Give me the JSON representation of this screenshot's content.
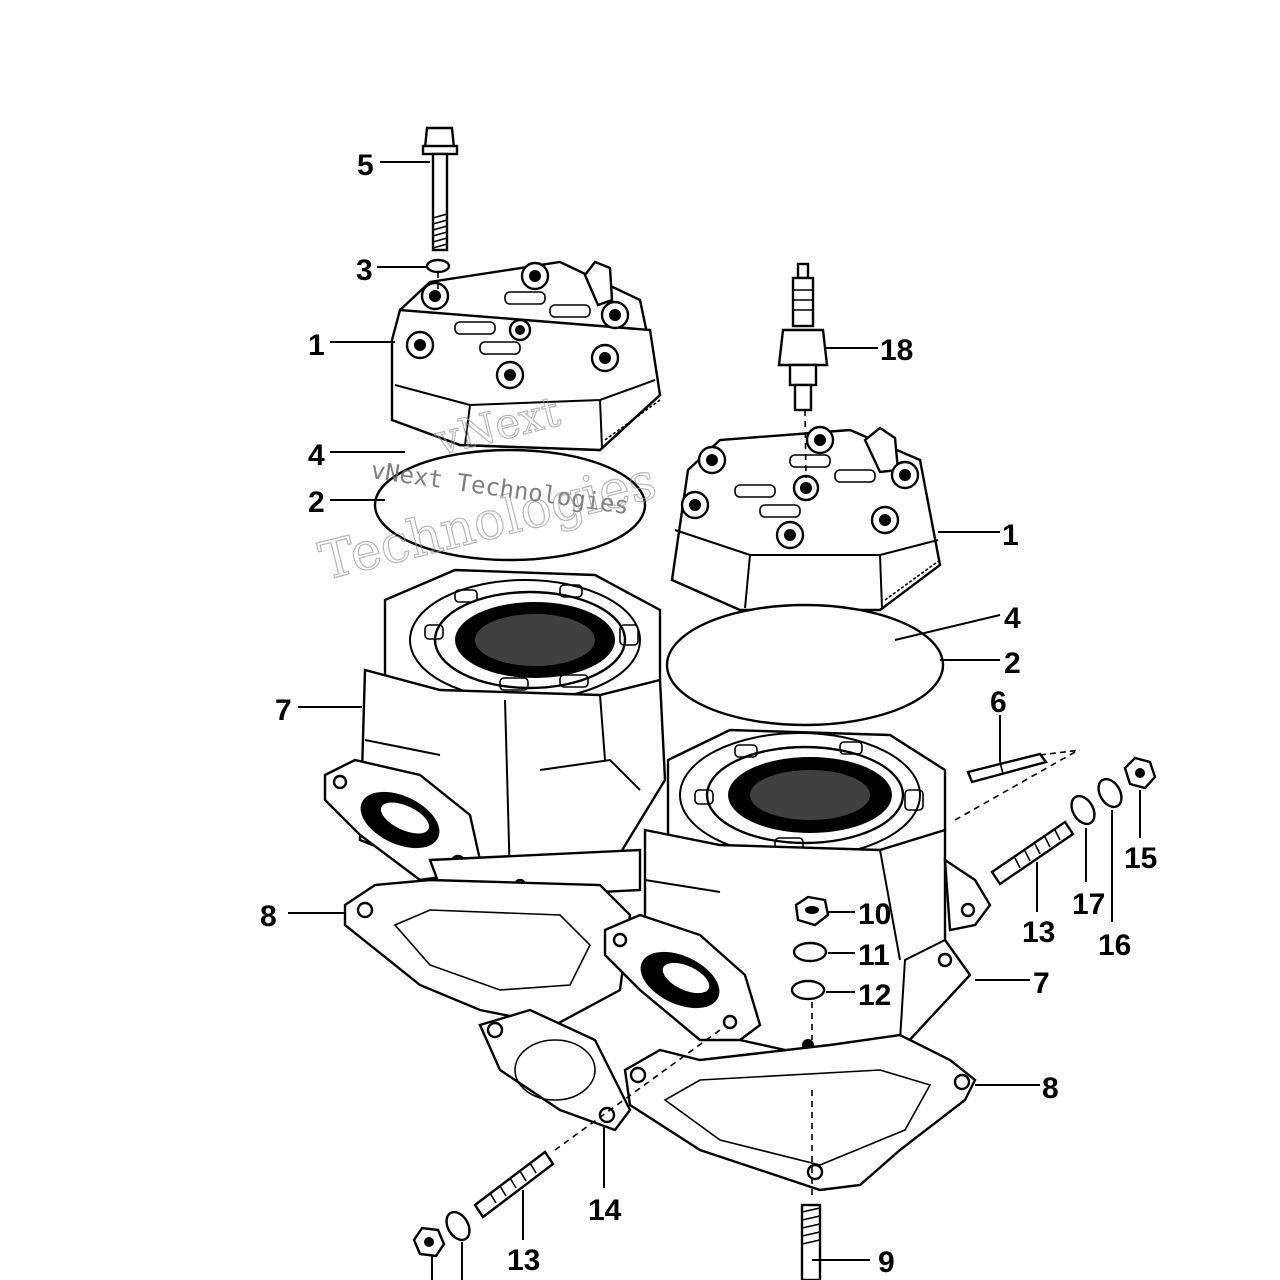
{
  "diagram": {
    "watermark": {
      "line1": "vNext",
      "line2": "vNext Technologies",
      "line3": "Technologies"
    },
    "callouts": [
      {
        "id": "c5",
        "text": "5"
      },
      {
        "id": "c3",
        "text": "3"
      },
      {
        "id": "c1a",
        "text": "1"
      },
      {
        "id": "c4a",
        "text": "4"
      },
      {
        "id": "c2a",
        "text": "2"
      },
      {
        "id": "c18",
        "text": "18"
      },
      {
        "id": "c1b",
        "text": "1"
      },
      {
        "id": "c4b",
        "text": "4"
      },
      {
        "id": "c2b",
        "text": "2"
      },
      {
        "id": "c6",
        "text": "6"
      },
      {
        "id": "c7a",
        "text": "7"
      },
      {
        "id": "c7b",
        "text": "7"
      },
      {
        "id": "c8a",
        "text": "8"
      },
      {
        "id": "c8b",
        "text": "8"
      },
      {
        "id": "c10",
        "text": "10"
      },
      {
        "id": "c11",
        "text": "11"
      },
      {
        "id": "c12",
        "text": "12"
      },
      {
        "id": "c13a",
        "text": "13"
      },
      {
        "id": "c13b",
        "text": "13"
      },
      {
        "id": "c14",
        "text": "14"
      },
      {
        "id": "c15",
        "text": "15"
      },
      {
        "id": "c16",
        "text": "16"
      },
      {
        "id": "c17",
        "text": "17"
      },
      {
        "id": "c9",
        "text": "9"
      }
    ]
  }
}
